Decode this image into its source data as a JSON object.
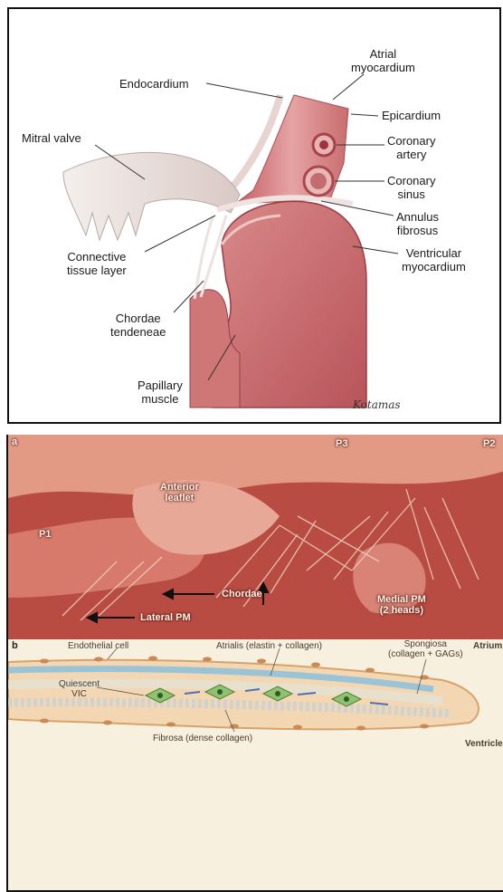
{
  "top_panel": {
    "labels": {
      "endocardium": "Endocardium",
      "atrial_myocardium": "Atrial\nmyocardium",
      "epicardium": "Epicardium",
      "mitral_valve": "Mitral valve",
      "coronary_artery": "Coronary\nartery",
      "coronary_sinus": "Coronary\nsinus",
      "annulus_fibrosus": "Annulus\nfibrosus",
      "ventricular_myocardium": "Ventricular\nmyocardium",
      "connective_tissue_layer": "Connective\ntissue layer",
      "chordae_tendeneae": "Chordae\ntendeneae",
      "papillary_muscle": "Papillary\nmuscle"
    },
    "signature": "Kotamas"
  },
  "photo_panel": {
    "panel_letter": "a",
    "labels": {
      "p3": "P3",
      "p2": "P2",
      "anterior_leaflet": "Anterior\nleaflet",
      "p1": "P1",
      "chordae": "Chordae",
      "medial_pm": "Medial PM\n(2 heads)",
      "lateral_pm": "Lateral PM"
    }
  },
  "schematic_panel": {
    "panel_letter": "b",
    "labels": {
      "endothelial_cell": "Endothelial cell",
      "atrialis": "Atrialis (elastin + collagen)",
      "atrium": "Atrium",
      "spongiosa": "Spongiosa\n(collagen + GAGs)",
      "quiescent_vic": "Quiescent\nVIC",
      "fibrosa": "Fibrosa (dense collagen)",
      "ventricle": "Ventricle"
    }
  }
}
